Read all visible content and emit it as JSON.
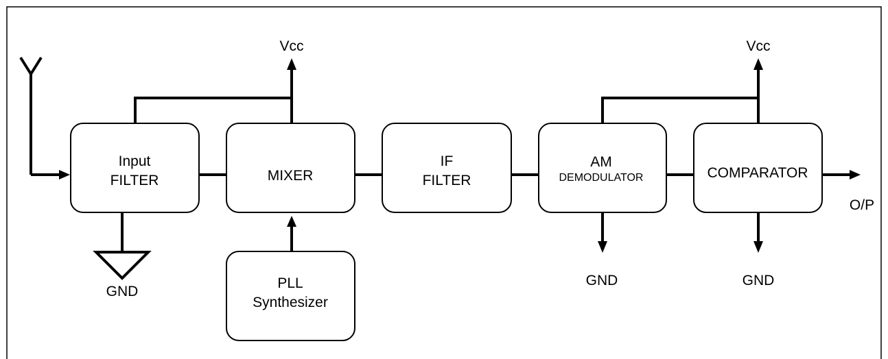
{
  "blocks": {
    "input_filter": {
      "line1": "Input",
      "line2": "FILTER"
    },
    "mixer": {
      "label": "MIXER"
    },
    "if_filter": {
      "line1": "IF",
      "line2": "FILTER"
    },
    "am_demodulator": {
      "line1": "AM",
      "line2": "DEMODULATOR"
    },
    "comparator": {
      "label": "COMPARATOR"
    },
    "pll_synthesizer": {
      "line1": "PLL",
      "line2": "Synthesizer"
    }
  },
  "supplies": {
    "vcc_left": "Vcc",
    "vcc_right": "Vcc",
    "gnd_input_filter": "GND",
    "gnd_am_demodulator": "GND",
    "gnd_comparator": "GND"
  },
  "output": {
    "label": "O/P"
  }
}
